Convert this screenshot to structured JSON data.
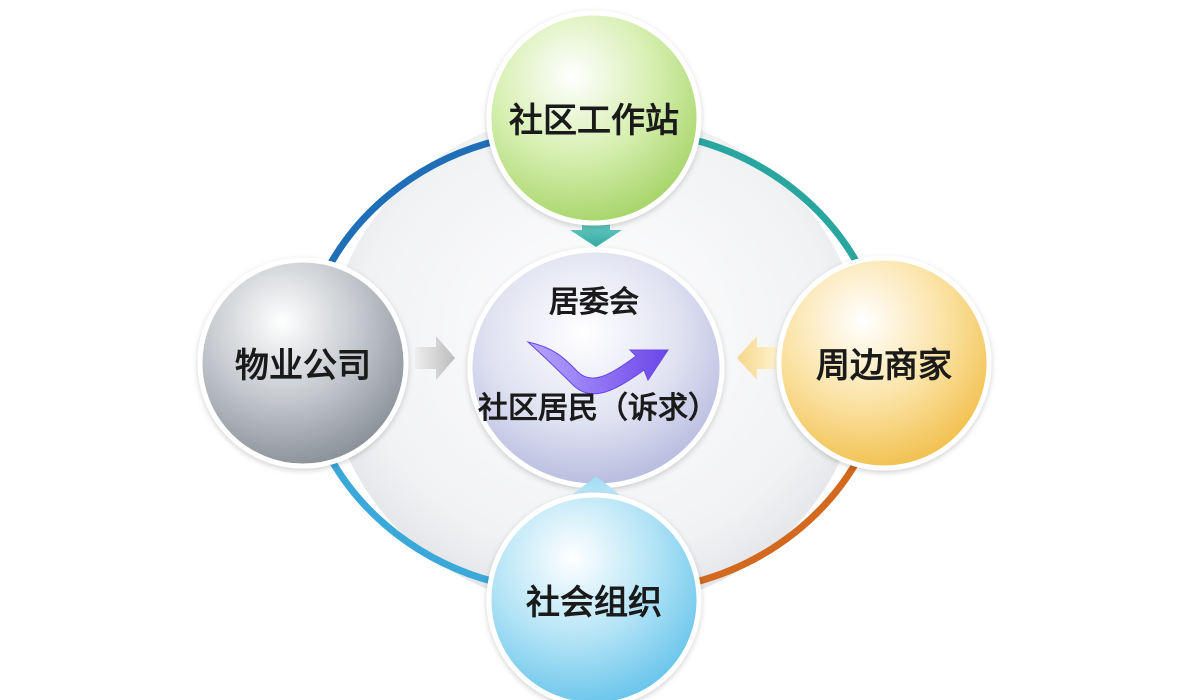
{
  "center": {
    "top_label": "居委会",
    "bottom_label": "社区居民（诉求）"
  },
  "nodes": {
    "top": "社区工作站",
    "left": "物业公司",
    "right": "周边商家",
    "bottom": "社会组织"
  },
  "colors": {
    "ring_top_left": "#1f6fb8",
    "ring_top_right": "#2aa6a0",
    "ring_bottom_right": "#d2691e",
    "ring_bottom_left": "#3aa8d8",
    "node_top": "#c8e89a",
    "node_left": "#9aa0a8",
    "node_right": "#f6d27a",
    "node_bottom": "#7fd0f0",
    "center": "#c9cde8",
    "center_arrow": "#8a6df0"
  }
}
